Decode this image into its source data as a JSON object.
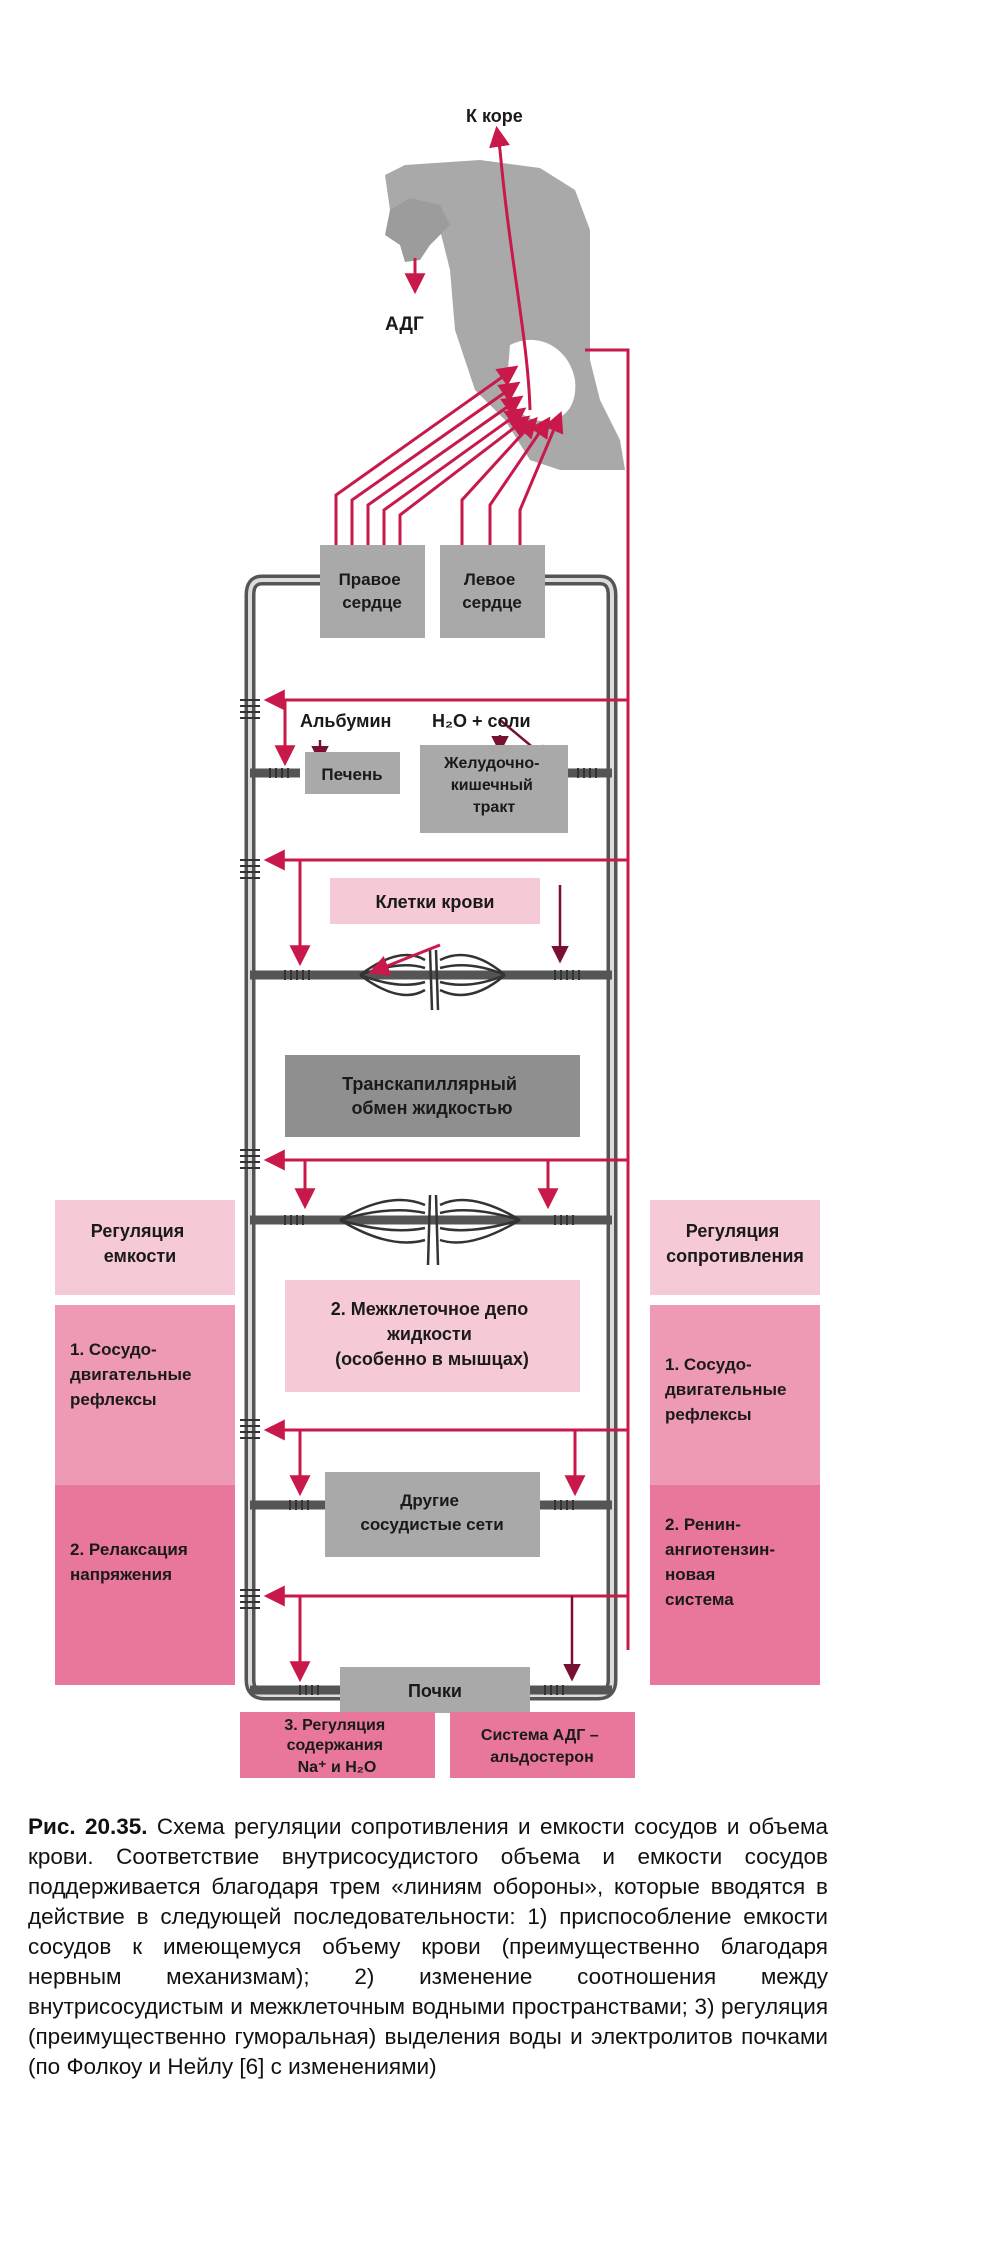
{
  "brain": {
    "to_cortex": "К коре",
    "adh": "АДГ"
  },
  "boxes": {
    "right_heart": [
      "Правое",
      "сердце"
    ],
    "left_heart": [
      "Левое",
      "сердце"
    ],
    "liver": "Печень",
    "gi_tract": [
      "Желудочно-",
      "кишечный",
      "тракт"
    ],
    "blood_cells": "Клетки крови",
    "transcapillary": [
      "Транскапиллярный",
      "обмен жидкостью"
    ],
    "interstitial": [
      "2. Межклеточное депо",
      "жидкости",
      "(особенно в мышцах)"
    ],
    "other_vessels": [
      "Другие",
      "сосудистые сети"
    ],
    "kidneys": "Почки"
  },
  "labels": {
    "albumin": "Альбумин",
    "water_salts": "H₂O + соли"
  },
  "left_panel": {
    "title": [
      "Регуляция",
      "емкости"
    ],
    "item1": [
      "1. Сосудо-",
      "двигательные",
      "рефлексы"
    ],
    "item2": [
      "2. Релаксация",
      "напряжения"
    ]
  },
  "right_panel": {
    "title": [
      "Регуляция",
      "сопротивления"
    ],
    "item1": [
      "1. Сосудо-",
      "двигательные",
      "рефлексы"
    ],
    "item2": [
      "2. Ренин-",
      "ангиотензин-",
      "новая",
      "система"
    ]
  },
  "bottom": {
    "item3": [
      "3. Регуляция",
      "содержания",
      "Na⁺ и H₂O"
    ],
    "adh_system": [
      "Система АДГ –",
      "альдостерон"
    ]
  },
  "caption": {
    "figure_label": "Рис. 20.35.",
    "text": " Схема регуляции сопротивления и емкости сосудов и объема крови. Соответствие внутрисосудистого объема и емкости сосудов поддерживается благодаря трем «линиям обороны», которые вводятся в действие в следующей последовательности: 1) приспособление емкости сосудов к имеющемуся объему крови (преимущественно благодаря нервным механизмам); 2) изменение соотношения между внутрисосудистым и межклеточным водными пространствами; 3) регуляция (преимущественно гуморальная) выделения воды и электролитов почками (по Фолкоу и Нейлу [6] с изменениями)"
  },
  "colors": {
    "crimson": "#c8194a",
    "pink_light": "#f6c9d6",
    "pink_mid": "#ef9ab4",
    "pink_dark": "#e8779b",
    "box_gray": "#a9a9a9",
    "box_gray_dark": "#8f8f8f",
    "vessel": "#555555"
  }
}
